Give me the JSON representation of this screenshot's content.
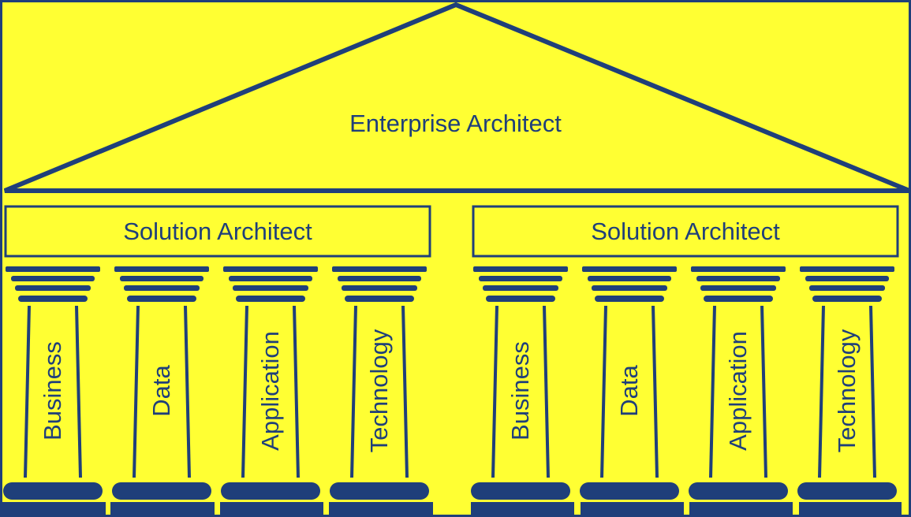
{
  "colors": {
    "background": "#ffff33",
    "stroke": "#1f3f7a",
    "text": "#1f3f7a"
  },
  "roof": {
    "label": "Enterprise Architect"
  },
  "solution_groups": [
    {
      "label": "Solution Architect",
      "pillars": [
        "Business",
        "Data",
        "Application",
        "Technology"
      ]
    },
    {
      "label": "Solution Architect",
      "pillars": [
        "Business",
        "Data",
        "Application",
        "Technology"
      ]
    }
  ]
}
